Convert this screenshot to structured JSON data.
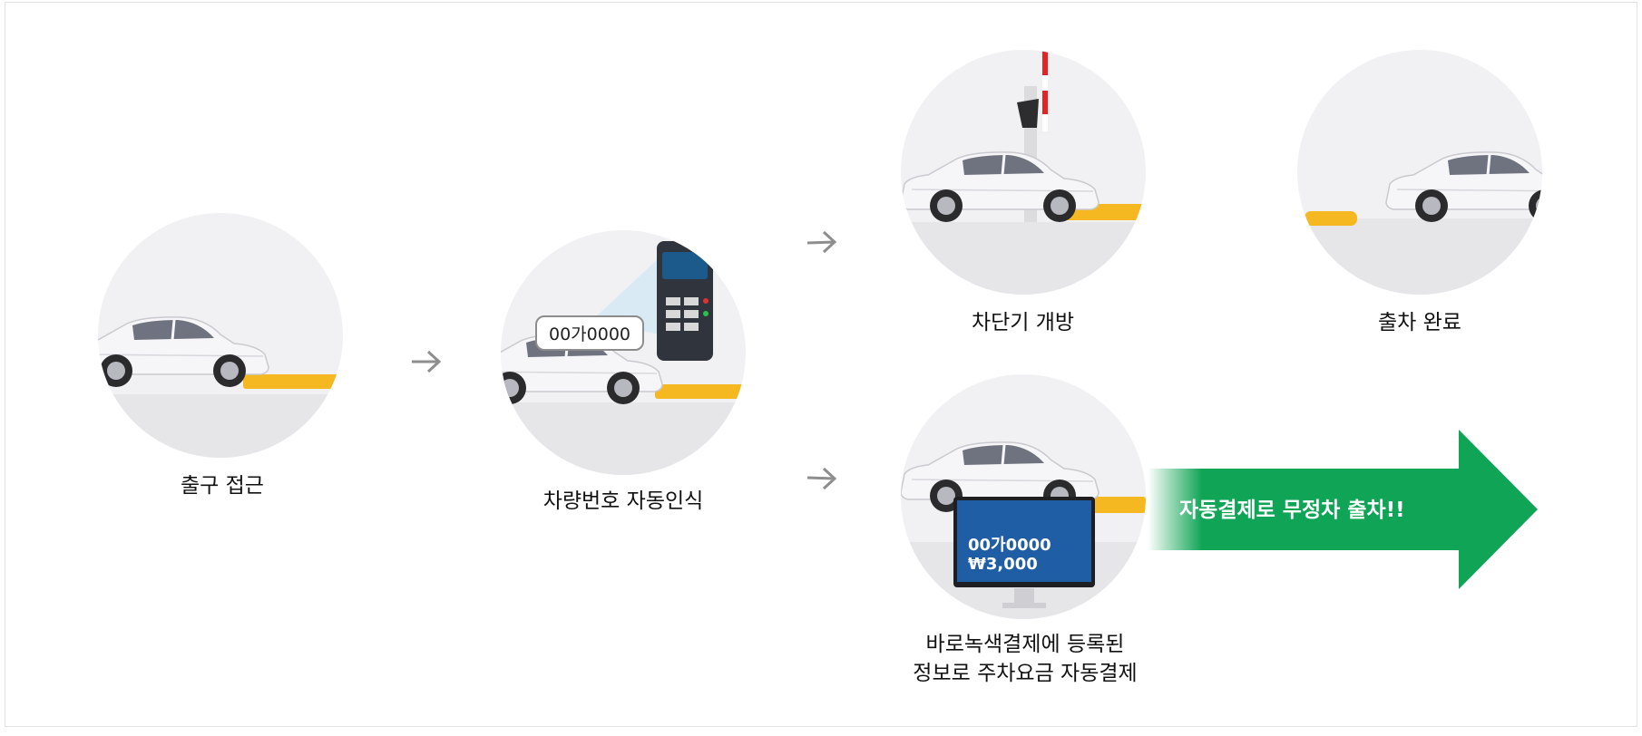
{
  "steps": [
    {
      "label": "출구 접근"
    },
    {
      "label": "차량번호 자동인식",
      "plate": "00가0000"
    },
    {
      "label": "차단기 개방"
    },
    {
      "label": "출차 완료"
    },
    {
      "label_line1": "바로녹색결제에 등록된",
      "label_line2": "정보로 주차요금 자동결제",
      "plate": "00가0000",
      "fee": "₩3,000"
    }
  ],
  "banner": {
    "text": "자동결제로 무정차 출차!!"
  },
  "colors": {
    "accent": "#0fa456",
    "barrier": "#f5b820",
    "monitor": "#1f5da5",
    "arrow": "#8e8e8e"
  }
}
